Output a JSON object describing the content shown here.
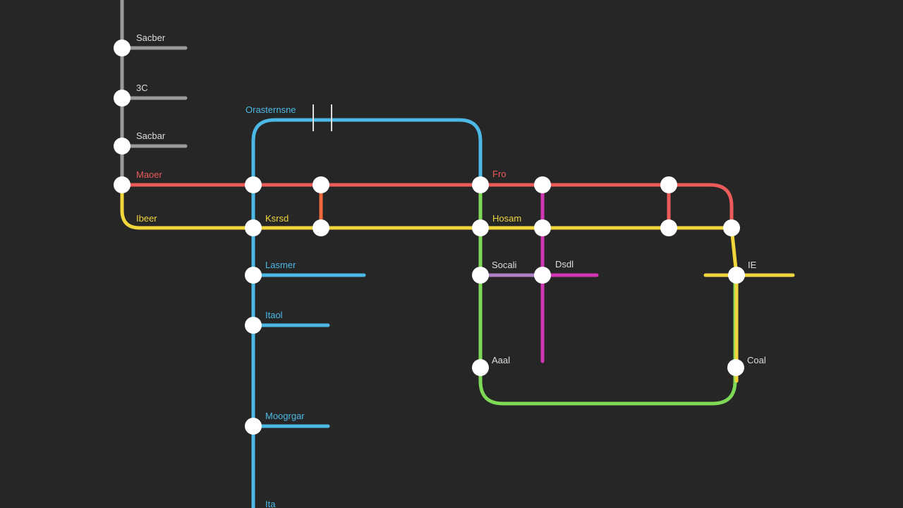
{
  "colors": {
    "background": "#262626",
    "gray": "#9a9a9a",
    "blue": "#4cb8e6",
    "red": "#ec5a5a",
    "yellow": "#f0d63c",
    "green": "#7ed957",
    "magenta": "#d336b5",
    "pink": "#e14e8c",
    "orange": "#f06a3c",
    "violet": "#b07fc8",
    "label_light": "#dddddd",
    "label_red": "#ec5a5a",
    "label_yellow": "#f0d63c",
    "label_blue": "#4cb8e6"
  },
  "labels": {
    "gray_top": "Sacber",
    "gray_mid": "3C",
    "gray_low": "Sacbar",
    "red_west": "Maoer",
    "yellow_west": "Ibeer",
    "blue_top": "Orasternsne",
    "blue_center": "Ksrsd",
    "blue_branch1": "Lasmer",
    "blue_branch2": "Itaol",
    "blue_branch3": "Moogrgar",
    "blue_bottom": "Ita",
    "red_east": "Fro",
    "yellow_center": "Hosam",
    "green_left": "Socali",
    "magenta_branch": "Dsdl",
    "east_cross": "IE",
    "green_sw": "Aaal",
    "green_se": "Coal"
  }
}
